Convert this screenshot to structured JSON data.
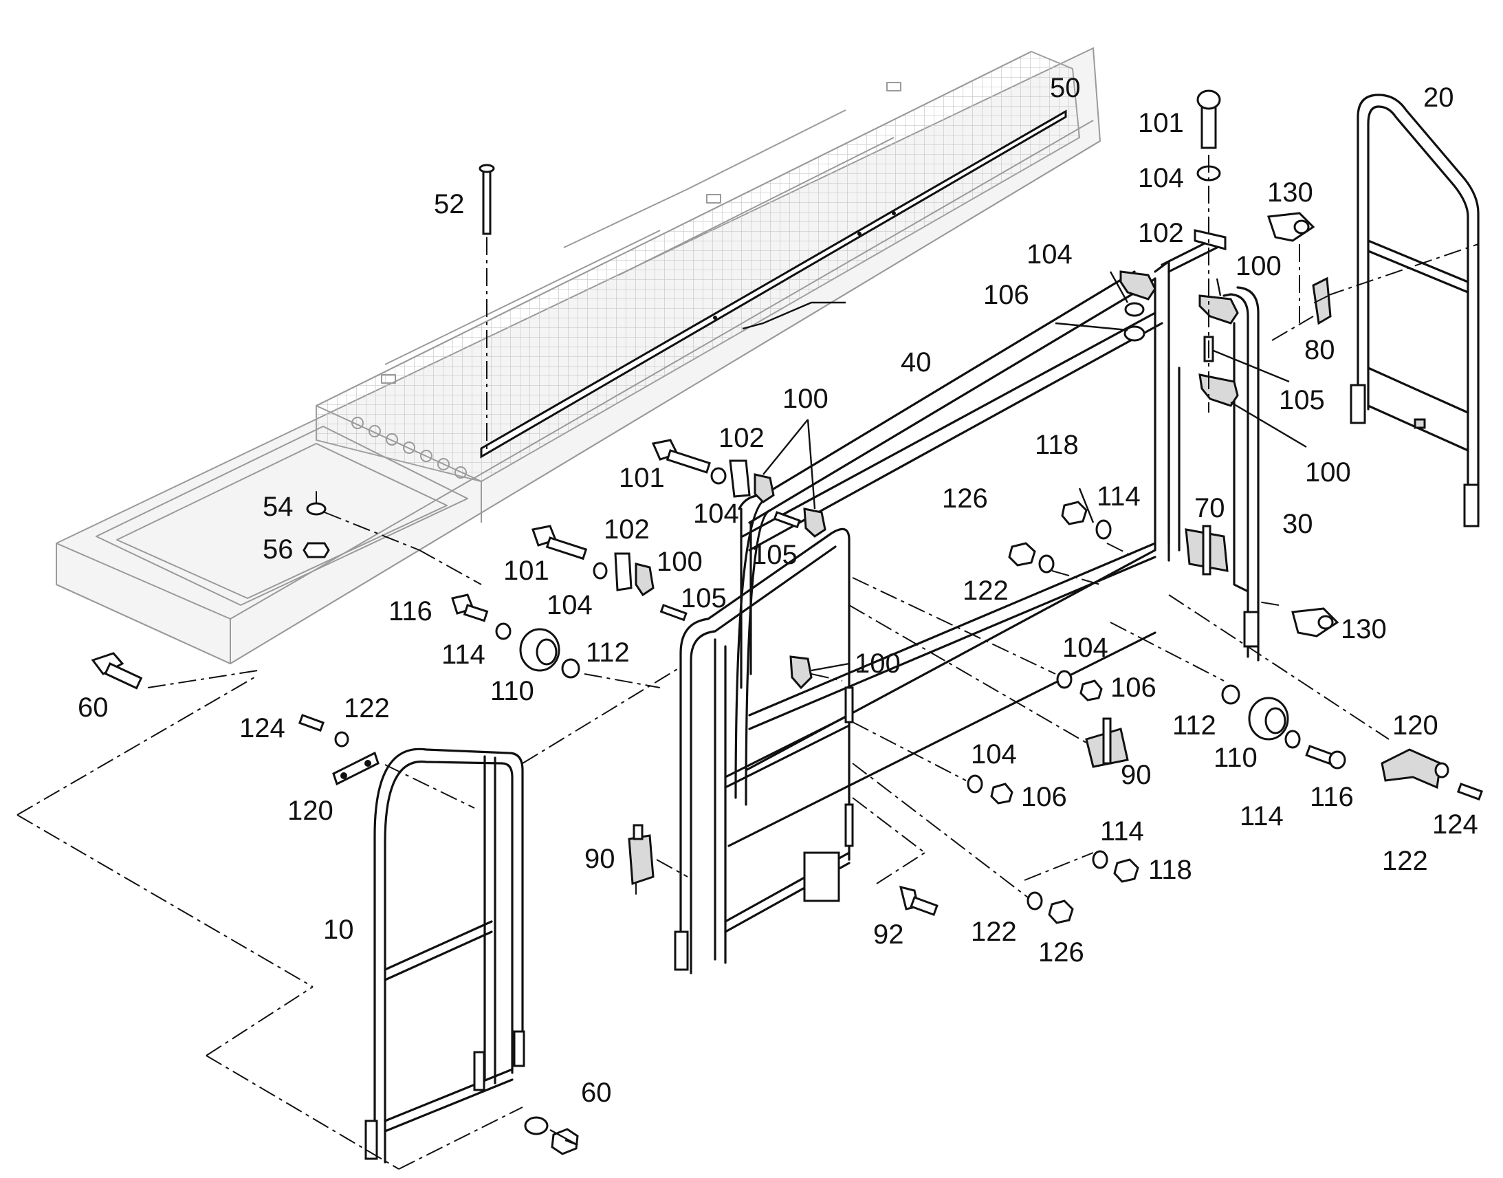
{
  "callouts": [
    {
      "id": "c-50",
      "text": "50"
    },
    {
      "id": "c-52",
      "text": "52"
    },
    {
      "id": "c-101-top",
      "text": "101"
    },
    {
      "id": "c-20",
      "text": "20"
    },
    {
      "id": "c-104-top",
      "text": "104"
    },
    {
      "id": "c-130-top",
      "text": "130"
    },
    {
      "id": "c-102-top",
      "text": "102"
    },
    {
      "id": "c-104-a",
      "text": "104"
    },
    {
      "id": "c-100-top",
      "text": "100"
    },
    {
      "id": "c-106-top",
      "text": "106"
    },
    {
      "id": "c-80",
      "text": "80"
    },
    {
      "id": "c-40",
      "text": "40"
    },
    {
      "id": "c-105-right",
      "text": "105"
    },
    {
      "id": "c-100-mid-left",
      "text": "100"
    },
    {
      "id": "c-102-mid",
      "text": "102"
    },
    {
      "id": "c-118-top",
      "text": "118"
    },
    {
      "id": "c-100-right",
      "text": "100"
    },
    {
      "id": "c-101-mid",
      "text": "101"
    },
    {
      "id": "c-104-mid",
      "text": "104"
    },
    {
      "id": "c-126-top",
      "text": "126"
    },
    {
      "id": "c-114-top",
      "text": "114"
    },
    {
      "id": "c-70",
      "text": "70"
    },
    {
      "id": "c-30",
      "text": "30"
    },
    {
      "id": "c-54",
      "text": "54"
    },
    {
      "id": "c-105-mid",
      "text": "105"
    },
    {
      "id": "c-102-low",
      "text": "102"
    },
    {
      "id": "c-56",
      "text": "56"
    },
    {
      "id": "c-101-low",
      "text": "101"
    },
    {
      "id": "c-100-low",
      "text": "100"
    },
    {
      "id": "c-122-top",
      "text": "122"
    },
    {
      "id": "c-104-low",
      "text": "104"
    },
    {
      "id": "c-105-low",
      "text": "105"
    },
    {
      "id": "c-130-low",
      "text": "130"
    },
    {
      "id": "c-116-left",
      "text": "116"
    },
    {
      "id": "c-114-left",
      "text": "114"
    },
    {
      "id": "c-112-left",
      "text": "112"
    },
    {
      "id": "c-104-right",
      "text": "104"
    },
    {
      "id": "c-110-left",
      "text": "110"
    },
    {
      "id": "c-100-center",
      "text": "100"
    },
    {
      "id": "c-106-right",
      "text": "106"
    },
    {
      "id": "c-60-left",
      "text": "60"
    },
    {
      "id": "c-124-left",
      "text": "124"
    },
    {
      "id": "c-122-left",
      "text": "122"
    },
    {
      "id": "c-120-right",
      "text": "120"
    },
    {
      "id": "c-112-right",
      "text": "112"
    },
    {
      "id": "c-104-low2",
      "text": "104"
    },
    {
      "id": "c-110-right",
      "text": "110"
    },
    {
      "id": "c-90-right",
      "text": "90"
    },
    {
      "id": "c-106-low",
      "text": "106"
    },
    {
      "id": "c-116-right",
      "text": "116"
    },
    {
      "id": "c-120-left",
      "text": "120"
    },
    {
      "id": "c-114-right",
      "text": "114"
    },
    {
      "id": "c-124-right",
      "text": "124"
    },
    {
      "id": "c-114-low",
      "text": "114"
    },
    {
      "id": "c-90-left",
      "text": "90"
    },
    {
      "id": "c-118-low",
      "text": "118"
    },
    {
      "id": "c-122-right",
      "text": "122"
    },
    {
      "id": "c-10",
      "text": "10"
    },
    {
      "id": "c-92",
      "text": "92"
    },
    {
      "id": "c-122-low",
      "text": "122"
    },
    {
      "id": "c-126-low",
      "text": "126"
    },
    {
      "id": "c-60-low",
      "text": "60"
    }
  ]
}
